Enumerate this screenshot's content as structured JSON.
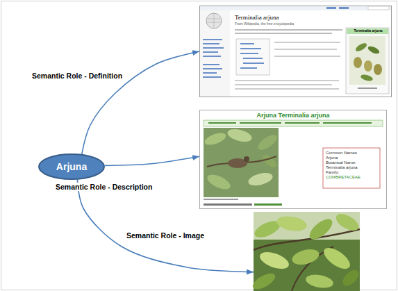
{
  "diagram": {
    "nodes": [
      {
        "text": [
          "Arjuna"
        ]
      },
      {
        "text": [
          "Terminalia arjuna",
          "From Wikipedia, the free encyclopedia",
          "Terminalia arjuna"
        ]
      },
      {
        "text": [
          "Arjuna Terminalia arjuna",
          "Common Names",
          "Arjuna",
          "Botanical Name:",
          "Terminalia arjuna",
          "Family:",
          "COMBRETACEAE"
        ]
      },
      {
        "text": []
      }
    ],
    "edges": [
      {
        "from": 0,
        "to": 1,
        "arrow": "to",
        "label": "Semantic Role - Definition"
      },
      {
        "from": 0,
        "to": 2,
        "arrow": "to",
        "label": "Semantic Role - Description"
      },
      {
        "from": 0,
        "to": 3,
        "arrow": "to",
        "label": "Semantic Role - Image"
      }
    ]
  }
}
